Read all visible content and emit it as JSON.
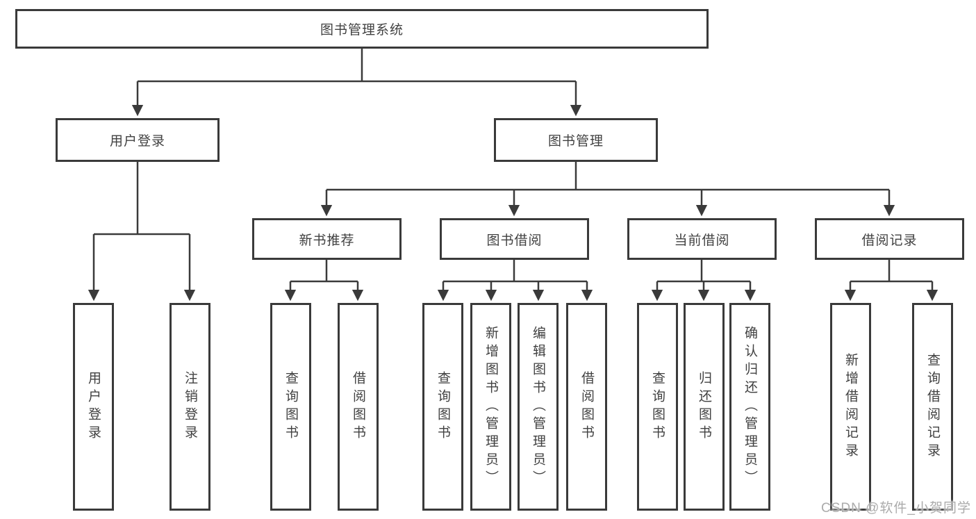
{
  "colors": {
    "background": "#ffffff",
    "box_border": "#3a3a3a",
    "connector_line": "#3a3a3a",
    "text": "#414141",
    "watermark_text": "#ababab"
  },
  "watermark": "CSDN @软件_小贺同学",
  "tree": {
    "root": "图书管理系统",
    "children": [
      {
        "label": "用户登录",
        "children": [
          {
            "label": "用户登录"
          },
          {
            "label": "注销登录"
          }
        ]
      },
      {
        "label": "图书管理",
        "children": [
          {
            "label": "新书推荐",
            "children": [
              {
                "label": "查询图书"
              },
              {
                "label": "借阅图书"
              }
            ]
          },
          {
            "label": "图书借阅",
            "children": [
              {
                "label": "查询图书"
              },
              {
                "label": "新增图书（管理员）"
              },
              {
                "label": "编辑图书（管理员）"
              },
              {
                "label": "借阅图书"
              }
            ]
          },
          {
            "label": "当前借阅",
            "children": [
              {
                "label": "查询图书"
              },
              {
                "label": "归还图书"
              },
              {
                "label": "确认归还（管理员）"
              }
            ]
          },
          {
            "label": "借阅记录",
            "children": [
              {
                "label": "新增借阅记录"
              },
              {
                "label": "查询借阅记录"
              }
            ]
          }
        ]
      }
    ]
  }
}
